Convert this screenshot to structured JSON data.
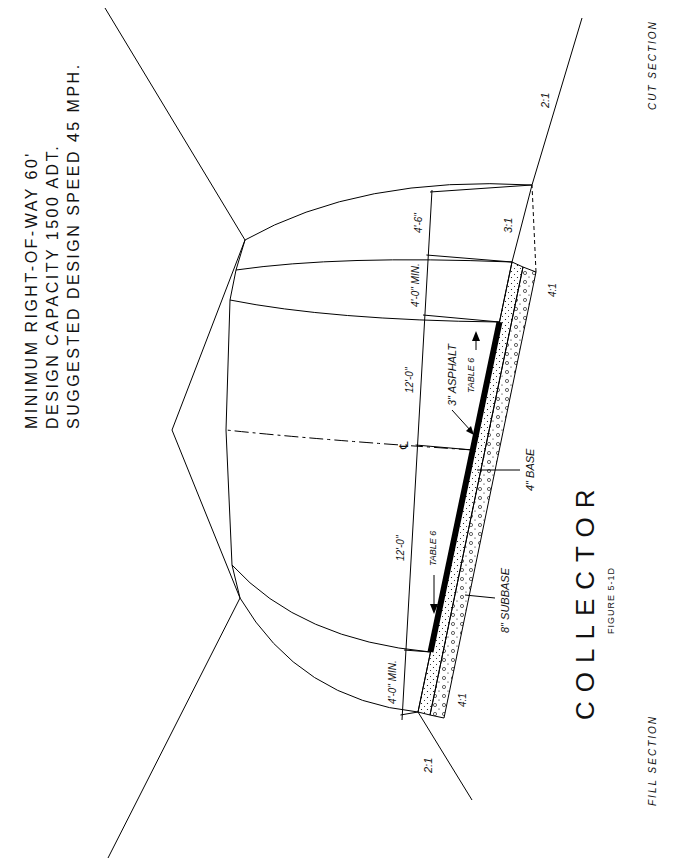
{
  "diagram": {
    "title": "COLLECTOR",
    "caption": "FIGURE 5-1D",
    "labels": [
      "MINIMUM RIGHT-OF-WAY 60'",
      "DESIGN CAPACITY 1500 ADT.",
      "SUGGESTED DESIGN SPEED 45 MPH.",
      "4'-6\"",
      "4'-0\" MIN.",
      "12'-0\"",
      "℄",
      "12'-0\"",
      "4'-0\" MIN.",
      "3\" ASPHALT",
      "TABLE 6",
      "TABLE 6",
      "4\" BASE",
      "8\" SUBBASE",
      "4:1",
      "4:1",
      "2:1",
      "3:1",
      "2:1",
      "CUT SECTION",
      "FILL SECTION"
    ]
  }
}
